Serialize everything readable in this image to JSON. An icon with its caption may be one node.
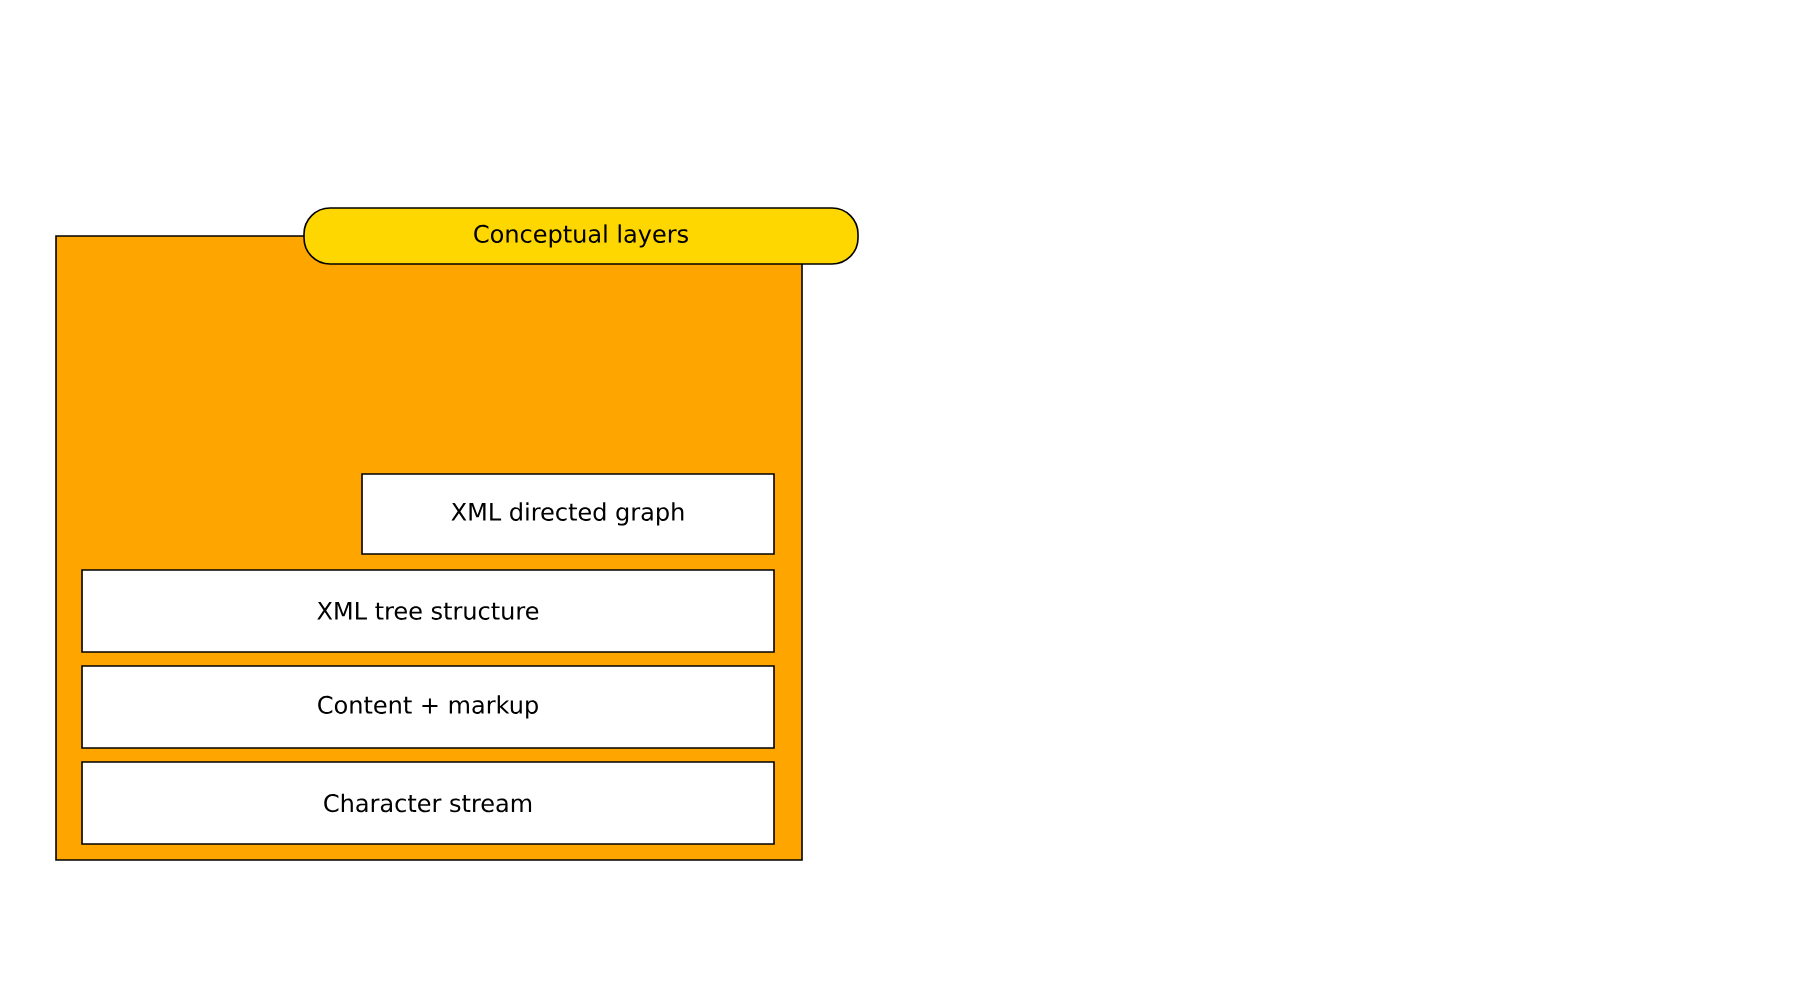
{
  "diagram": {
    "nodes": [
      {
        "text": [
          "Conceptual layers"
        ]
      },
      {
        "text": [
          "XML directed graph"
        ],
        "in": 0
      },
      {
        "text": [
          "XML tree structure"
        ],
        "in": 0
      },
      {
        "text": [
          "Content + markup"
        ],
        "in": 0
      },
      {
        "text": [
          "Character stream"
        ],
        "in": 0
      }
    ]
  }
}
